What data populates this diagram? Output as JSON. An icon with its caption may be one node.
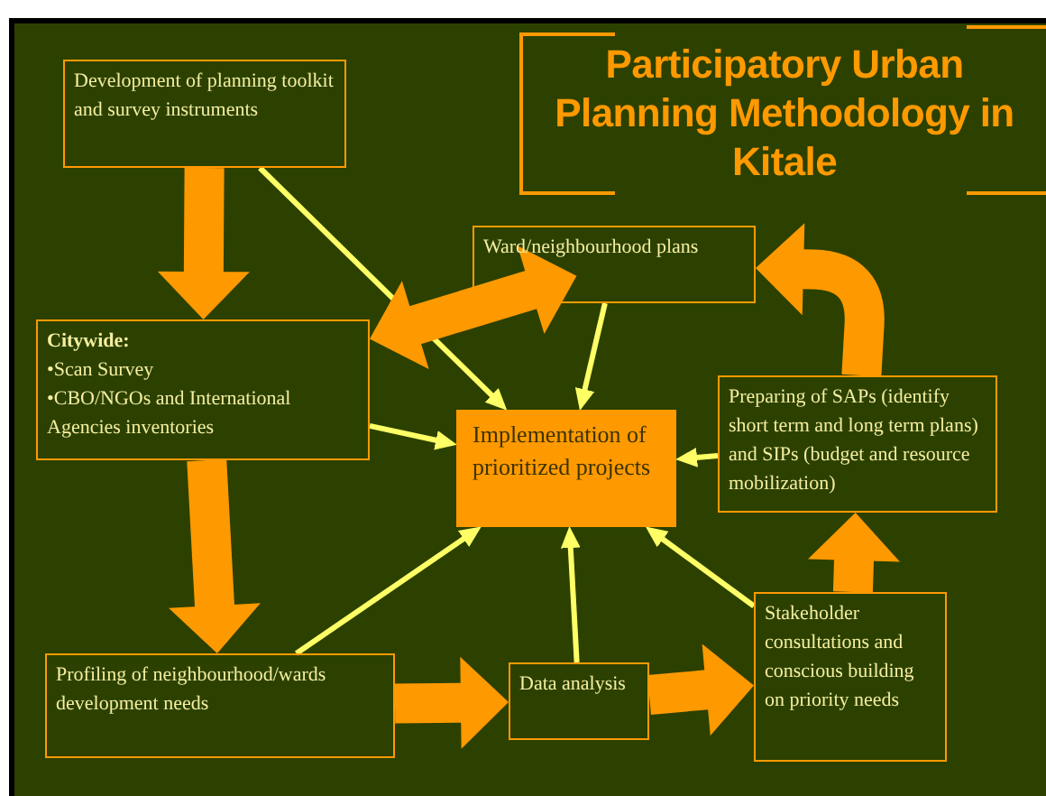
{
  "diagram": {
    "title": "Participatory Urban Planning Methodology in Kitale",
    "nodes": [
      {
        "text": [
          "Development of planning toolkit and survey instruments"
        ]
      },
      {
        "text": [
          "Ward/neighbourhood plans"
        ]
      },
      {
        "text": [
          "Citywide:",
          "•Scan Survey",
          "•CBO/NGOs and International Agencies inventories"
        ]
      },
      {
        "text": [
          "Implementation of prioritized projects"
        ]
      },
      {
        "text": [
          "Preparing of SAPs (identify short term and long term plans) and SIPs (budget and resource mobilization)"
        ]
      },
      {
        "text": [
          "Profiling of neighbourhood/wards development needs"
        ]
      },
      {
        "text": [
          "Data analysis"
        ]
      },
      {
        "text": [
          "Stakeholder consultations and conscious building on priority needs"
        ]
      }
    ],
    "edges": [
      {
        "from": 0,
        "to": 2,
        "arrow": "to",
        "style": "thick",
        "color": "#ff9900"
      },
      {
        "from": 0,
        "to": 3,
        "arrow": "to",
        "color": "#ffff66"
      },
      {
        "from": 1,
        "to": 2,
        "arrow": "both",
        "style": "thick",
        "color": "#ff9900"
      },
      {
        "from": 1,
        "to": 3,
        "arrow": "to",
        "color": "#ffff66"
      },
      {
        "from": 2,
        "to": 3,
        "arrow": "to",
        "color": "#ffff66"
      },
      {
        "from": 4,
        "to": 3,
        "arrow": "to",
        "color": "#ffff66"
      },
      {
        "from": 2,
        "to": 5,
        "arrow": "to",
        "style": "thick",
        "color": "#ff9900"
      },
      {
        "from": 5,
        "to": 3,
        "arrow": "to",
        "color": "#ffff66"
      },
      {
        "from": 6,
        "to": 3,
        "arrow": "to",
        "color": "#ffff66"
      },
      {
        "from": 7,
        "to": 3,
        "arrow": "to",
        "color": "#ffff66"
      },
      {
        "from": 5,
        "to": 6,
        "arrow": "to",
        "style": "thick",
        "color": "#ff9900"
      },
      {
        "from": 6,
        "to": 7,
        "arrow": "to",
        "style": "thick",
        "color": "#ff9900"
      },
      {
        "from": 7,
        "to": 4,
        "arrow": "to",
        "style": "thick",
        "color": "#ff9900"
      },
      {
        "from": 4,
        "to": 1,
        "arrow": "to",
        "style": "thick",
        "color": "#ff9900"
      }
    ]
  }
}
